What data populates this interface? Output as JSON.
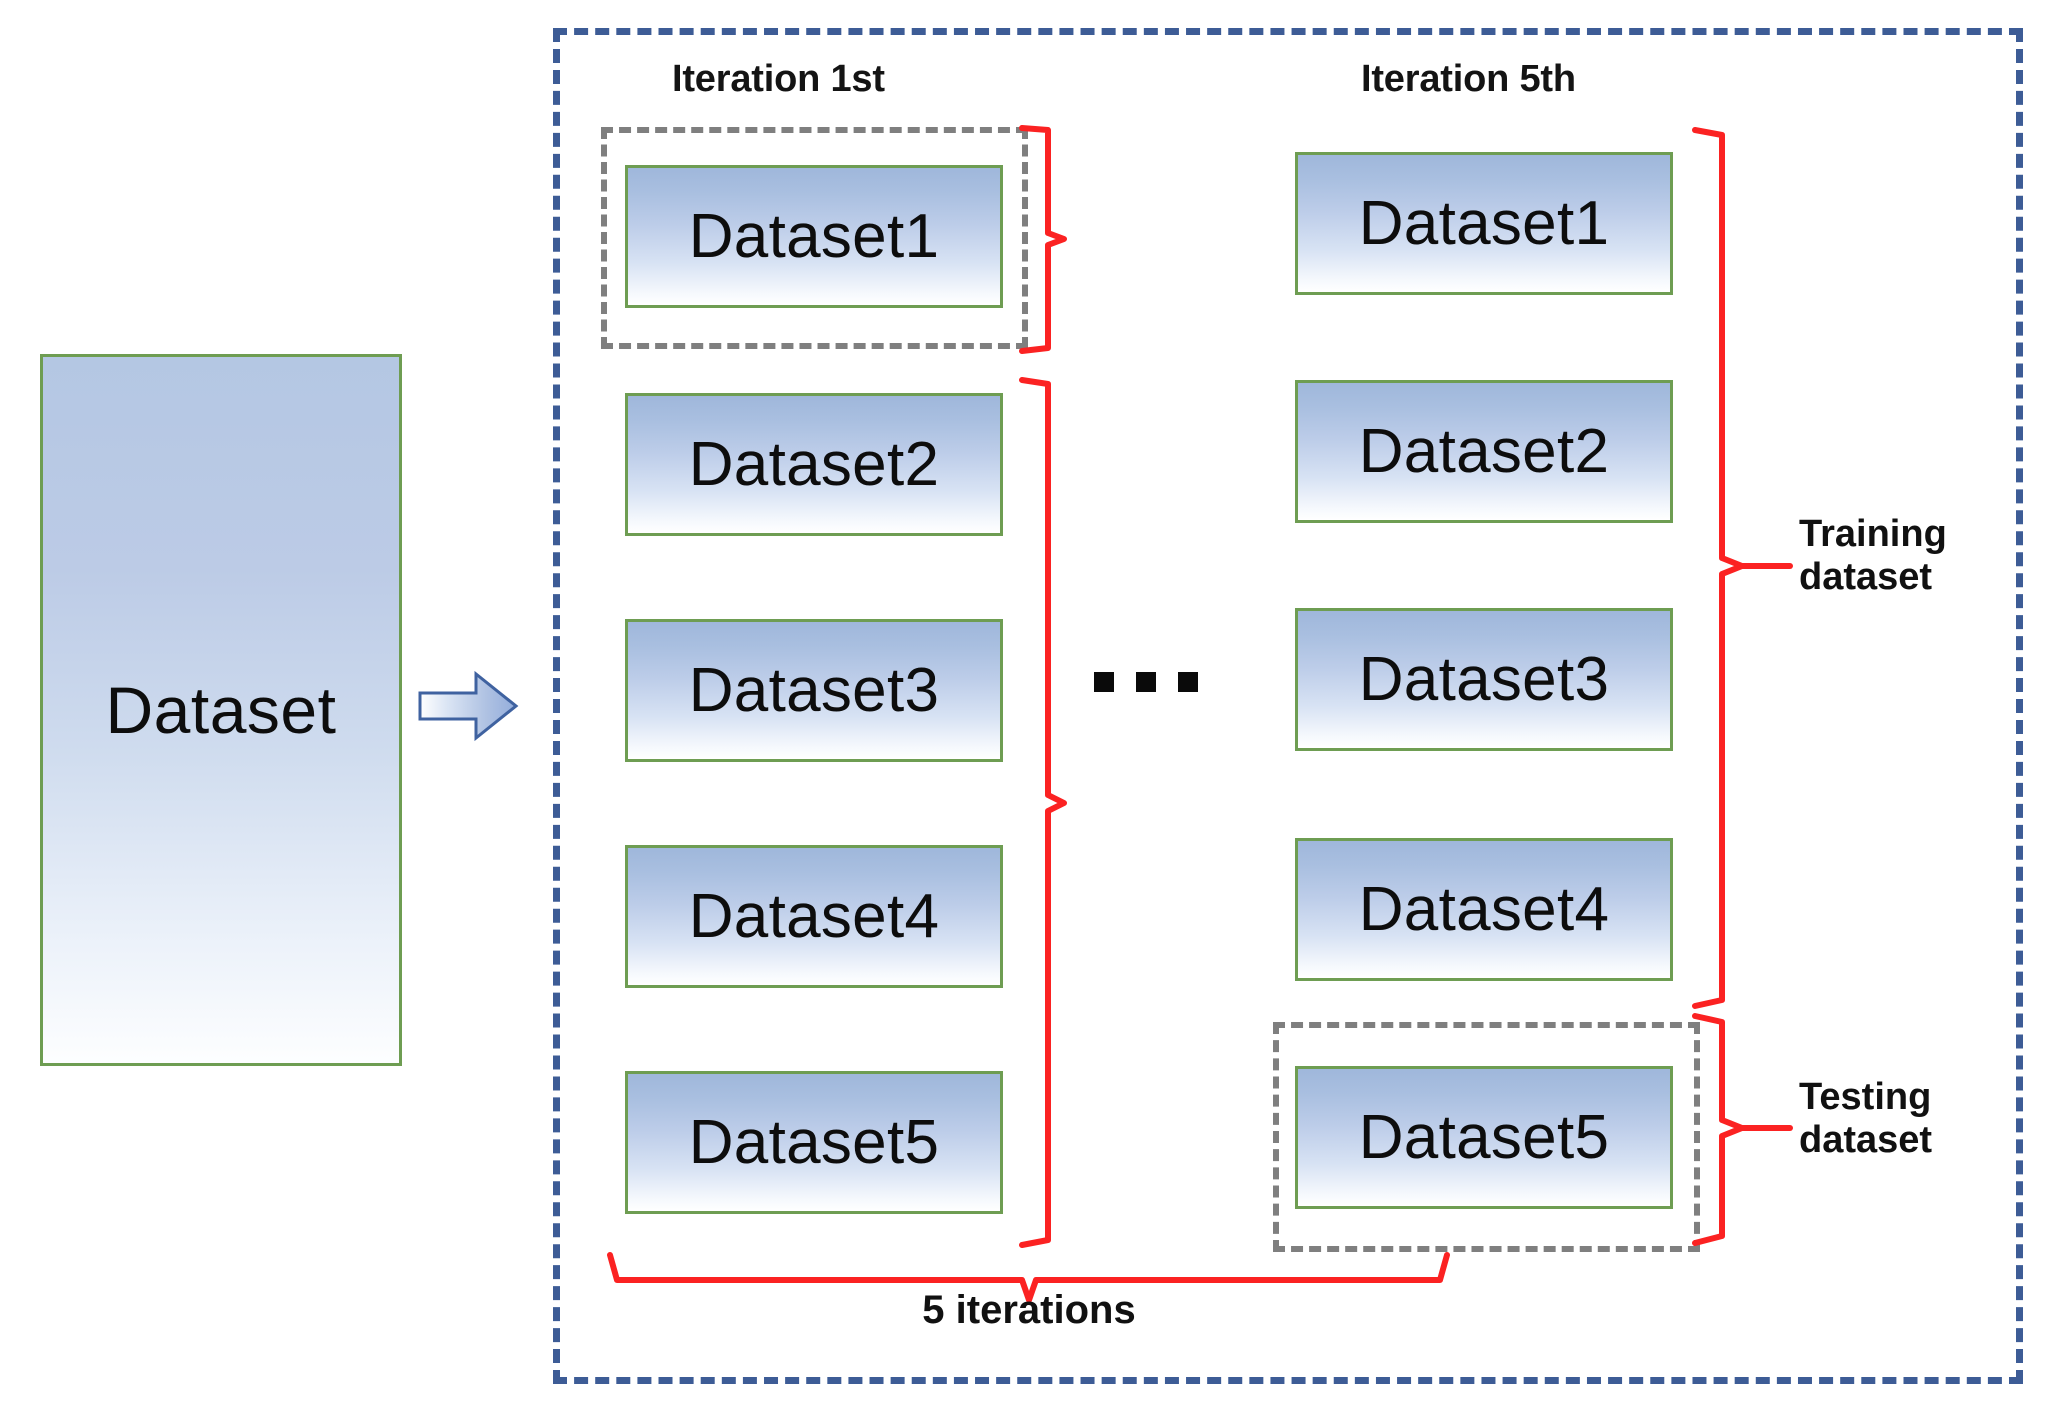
{
  "source": {
    "label": "Dataset",
    "icon": "dataset-block-icon"
  },
  "flow_arrow": {
    "icon": "right-arrow-icon"
  },
  "columns": [
    {
      "title": "Iteration 1st",
      "cards": [
        {
          "label": "Dataset1",
          "role": "testing"
        },
        {
          "label": "Dataset2",
          "role": "training"
        },
        {
          "label": "Dataset3",
          "role": "training"
        },
        {
          "label": "Dataset4",
          "role": "training"
        },
        {
          "label": "Dataset5",
          "role": "training"
        }
      ]
    },
    {
      "title": "Iteration 5th",
      "cards": [
        {
          "label": "Dataset1",
          "role": "training"
        },
        {
          "label": "Dataset2",
          "role": "training"
        },
        {
          "label": "Dataset3",
          "role": "training"
        },
        {
          "label": "Dataset4",
          "role": "training"
        },
        {
          "label": "Dataset5",
          "role": "testing"
        }
      ]
    }
  ],
  "ellipsis": {
    "icon": "horizontal-ellipsis-icon",
    "dots": 3
  },
  "side_labels": {
    "training": "Training\ndataset",
    "training_line1": "Training",
    "training_line2": "dataset",
    "testing_line1": "Testing",
    "testing_line2": "dataset"
  },
  "bottom_label": "5 iterations",
  "colors": {
    "outer_border": "#3d5c96",
    "highlight_border": "#7f7f7f",
    "card_border": "#6e9d52",
    "card_fill_top": "#9fb7db",
    "card_fill_bottom": "#ffffff",
    "brace": "#fb2222",
    "text": "#0d0d0d"
  }
}
